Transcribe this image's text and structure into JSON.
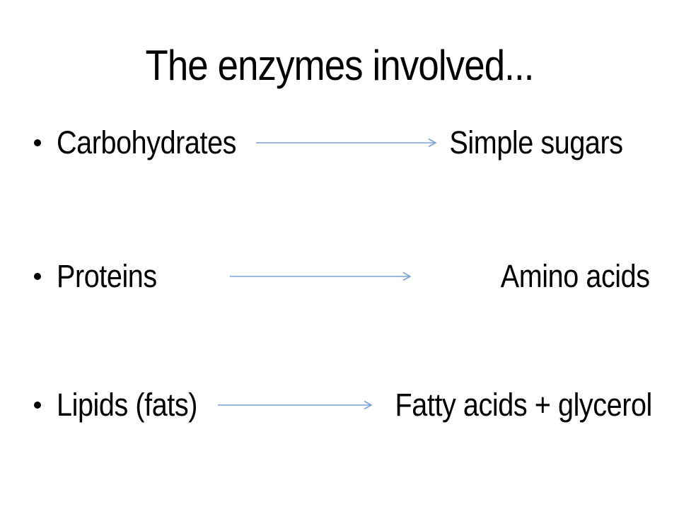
{
  "slide": {
    "background_color": "#ffffff",
    "text_color": "#000000",
    "arrow_color": "#7aa2d6",
    "title": "The enzymes involved...",
    "bullets": [
      {
        "left": "Carbohydrates",
        "right": "Simple sugars"
      },
      {
        "left": "Proteins",
        "right": "Amino acids"
      },
      {
        "left": "Lipids (fats)",
        "right": "Fatty acids + glycerol"
      }
    ]
  }
}
